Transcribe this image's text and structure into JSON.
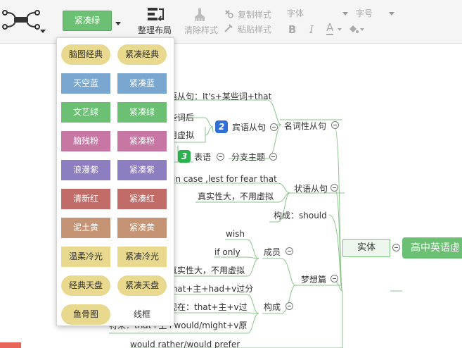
{
  "toolbar": {
    "current_theme": "紧凑绿",
    "layout_label": "整理布局",
    "clear_style_label": "清除样式",
    "copy_style_label": "复制样式",
    "paste_style_label": "粘贴样式",
    "font_label": "字体",
    "size_label": "字号",
    "bold": "B",
    "italic": "I",
    "font_color": "A"
  },
  "theme_menu": {
    "items": [
      {
        "label": "脑图经典",
        "bg": "#e8d98f",
        "fg": "#333333",
        "shape": "pill"
      },
      {
        "label": "紧凑经典",
        "bg": "#e8d98f",
        "fg": "#333333",
        "shape": "pill"
      },
      {
        "label": "天空蓝",
        "bg": "#79a7d0",
        "fg": "#ffffff",
        "shape": "rect"
      },
      {
        "label": "紧凑蓝",
        "bg": "#79a7d0",
        "fg": "#ffffff",
        "shape": "rect"
      },
      {
        "label": "文艺绿",
        "bg": "#6cc073",
        "fg": "#ffffff",
        "shape": "rect"
      },
      {
        "label": "紧凑绿",
        "bg": "#6cc073",
        "fg": "#ffffff",
        "shape": "rect"
      },
      {
        "label": "脑残粉",
        "bg": "#c877a4",
        "fg": "#ffffff",
        "shape": "rect"
      },
      {
        "label": "紧凑粉",
        "bg": "#c877a4",
        "fg": "#ffffff",
        "shape": "rect"
      },
      {
        "label": "浪漫紫",
        "bg": "#8d7ec2",
        "fg": "#ffffff",
        "shape": "rect"
      },
      {
        "label": "紧凑紫",
        "bg": "#8d7ec2",
        "fg": "#ffffff",
        "shape": "rect"
      },
      {
        "label": "清新红",
        "bg": "#c26c68",
        "fg": "#ffffff",
        "shape": "rect"
      },
      {
        "label": "紧凑红",
        "bg": "#c26c68",
        "fg": "#ffffff",
        "shape": "rect"
      },
      {
        "label": "泥土黄",
        "bg": "#c49474",
        "fg": "#ffffff",
        "shape": "rect"
      },
      {
        "label": "紧凑黄",
        "bg": "#c49474",
        "fg": "#ffffff",
        "shape": "rect"
      },
      {
        "label": "温柔冷光",
        "bg": "#e8d98f",
        "fg": "#333333",
        "shape": "rect"
      },
      {
        "label": "紧凑冷光",
        "bg": "#e8d98f",
        "fg": "#333333",
        "shape": "rect"
      },
      {
        "label": "经典天盘",
        "bg": "#e8d98f",
        "fg": "#333333",
        "shape": "pill"
      },
      {
        "label": "紧凑天盘",
        "bg": "#e8d98f",
        "fg": "#333333",
        "shape": "pill"
      },
      {
        "label": "鱼骨图",
        "bg": "#e8d98f",
        "fg": "#333333",
        "shape": "pill"
      },
      {
        "label": "线框",
        "bg": "",
        "fg": "#333333",
        "shape": "plain"
      }
    ]
  },
  "mindmap": {
    "root": "高中英语虚",
    "shiti": "实体",
    "nodes": {
      "n_subject": "语从句：It's+某些词+that",
      "n_some_words": "些词后",
      "n_subjunctive": "用虚拟",
      "n_object": "宾语从句",
      "n_noun_clause": "名词性从句",
      "n_predicative": "表语",
      "n_appositive": "分支主题",
      "n_in_case": "in case ,lest for  fear  that",
      "n_real": "真实性大，不用虚拟",
      "n_adverbial": "状语从句",
      "n_should": "构成：should",
      "n_wish": "wish",
      "n_if_only": "if  only",
      "n_member": "成员",
      "n_real2": "真实性大，不用虚拟",
      "n_dream": "梦想篇",
      "n_past": "that+主+had+v过分",
      "n_present": "现在：that+主+v过",
      "n_form": "构成",
      "n_future": "将来：that+主+would/might+v原",
      "n_rather": "would rather/would prefer"
    },
    "badges": {
      "b_object": "2",
      "b_predicative": "3"
    }
  }
}
